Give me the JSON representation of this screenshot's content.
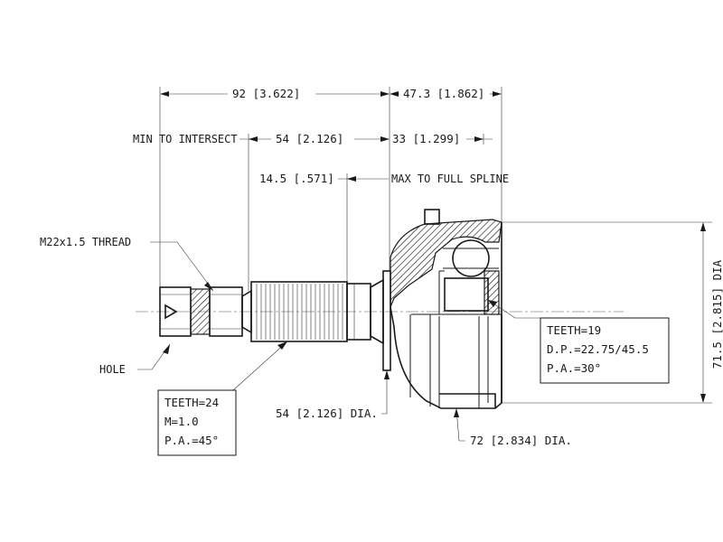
{
  "dimensions": {
    "overall_length": "92 [3.622]",
    "outer_length": "47.3 [1.862]",
    "min_to_intersect": "MIN TO INTERSECT",
    "shaft_length": "54 [2.126]",
    "spline_offset": "33 [1.299]",
    "spline_start": "14.5 [.571]",
    "max_to_full_spline": "MAX TO FULL SPLINE",
    "outer_dia": "71.5 [2.815] DIA",
    "seal_dia": "54 [2.126] DIA.",
    "flange_dia": "72 [2.834] DIA."
  },
  "labels": {
    "thread": "M22x1.5 THREAD",
    "hole": "HOLE"
  },
  "boxes": {
    "inner_spline": [
      "TEETH=24",
      "M=1.0",
      "P.A.=45°"
    ],
    "outer_spline": [
      "TEETH=19",
      "D.P.=22.75/45.5",
      "P.A.=30°"
    ]
  }
}
